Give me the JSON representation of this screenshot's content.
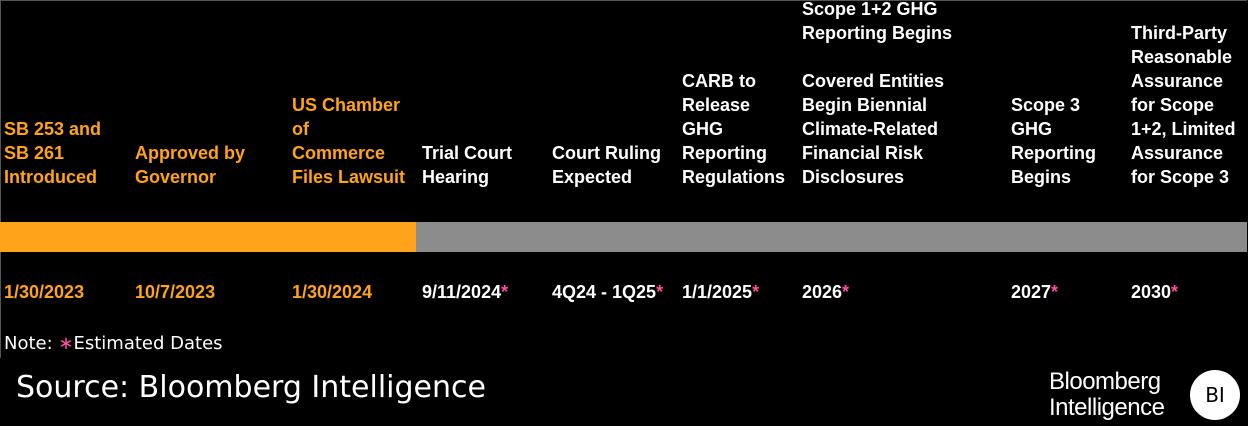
{
  "chart_data": {
    "type": "table",
    "events": [
      {
        "title": "SB 253 and\nSB 261\nIntroduced",
        "date": "1/30/2023",
        "estimated": false,
        "status": "completed"
      },
      {
        "title": "Approved by\nGovernor",
        "date": "10/7/2023",
        "estimated": false,
        "status": "completed"
      },
      {
        "title": "US Chamber\nof\nCommerce\nFiles Lawsuit",
        "date": "1/30/2024",
        "estimated": false,
        "status": "completed"
      },
      {
        "title": "Trial Court\nHearing",
        "date": "9/11/2024",
        "estimated": true,
        "status": "upcoming"
      },
      {
        "title": "Court Ruling\nExpected",
        "date": "4Q24 - 1Q25",
        "estimated": true,
        "status": "upcoming"
      },
      {
        "title": "CARB to\nRelease\nGHG\nReporting\nRegulations",
        "date": "1/1/2025",
        "estimated": true,
        "status": "upcoming"
      },
      {
        "title": "Scope 1+2 GHG\nReporting Begins\n\nCovered Entities\nBegin Biennial\nClimate-Related\nFinancial Risk\nDisclosures",
        "date": "2026",
        "estimated": true,
        "status": "upcoming"
      },
      {
        "title": "Scope 3\nGHG\nReporting\nBegins",
        "date": "2027",
        "estimated": true,
        "status": "upcoming"
      },
      {
        "title": "Third-Party\nReasonable\nAssurance\nfor Scope\n1+2, Limited\nAssurance\nfor Scope 3",
        "date": "2030",
        "estimated": true,
        "status": "upcoming"
      }
    ],
    "progress_fraction": 0.333,
    "star_mark": "*",
    "colors": {
      "completed": "#FFA31A",
      "upcoming": "#FFFFFF",
      "star": "#FF4FA0",
      "bar_done": "#FFA31A",
      "bar_todo": "#8C8C8C"
    }
  },
  "note": {
    "prefix": "Note: ",
    "star": "∗",
    "text": "Estimated Dates"
  },
  "source": "Source: Bloomberg Intelligence",
  "logo": {
    "text": "Bloomberg\nIntelligence",
    "badge": "BI"
  }
}
